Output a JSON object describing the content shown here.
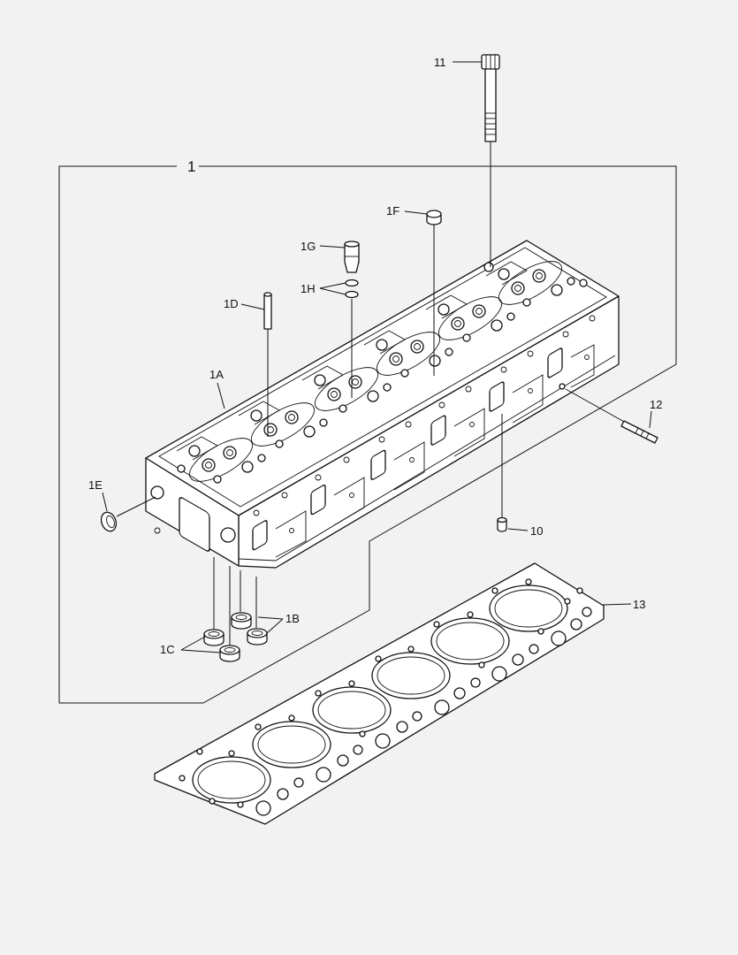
{
  "callouts": {
    "c1": "1",
    "c1A": "1A",
    "c1B": "1B",
    "c1C": "1C",
    "c1D": "1D",
    "c1E": "1E",
    "c1F": "1F",
    "c1G": "1G",
    "c1H": "1H",
    "c10": "10",
    "c11": "11",
    "c12": "12",
    "c13": "13"
  },
  "colors": {
    "background": "#f2f2f2",
    "line": "#111111",
    "fill": "#ffffff"
  }
}
